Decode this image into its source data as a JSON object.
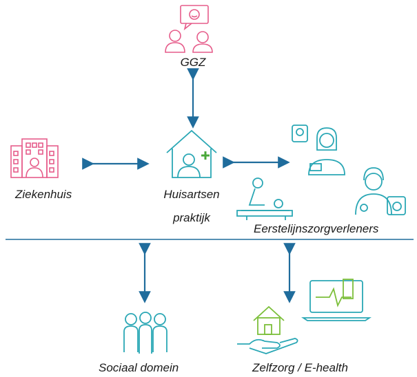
{
  "nodes": {
    "ggz": {
      "label": "GGZ",
      "icon": "people-chat-icon",
      "color": "#e65c8a"
    },
    "ziekenhuis": {
      "label": "Ziekenhuis",
      "icon": "hospital-icon",
      "color": "#e65c8a"
    },
    "huisarts": {
      "label_line1": "Huisartsen",
      "label_line2": "praktijk",
      "icon": "house-doctor-icon",
      "color": "#2aa7b5"
    },
    "eerstelijn": {
      "label": "Eerstelijnszorgverleners",
      "icons": [
        "scale-nurse-icon",
        "physio-icon",
        "pharmacist-icon"
      ],
      "color": "#2aa7b5"
    },
    "sociaal": {
      "label": "Sociaal domein",
      "icon": "group-people-icon",
      "color": "#2aa7b5"
    },
    "zelfzorg": {
      "label": "Zelfzorg / E-health",
      "icons": [
        "hand-house-icon",
        "laptop-monitor-icon"
      ],
      "color": "#7cbf3a"
    }
  },
  "colors": {
    "arrow": "#1f6c9c",
    "divider": "#1f6c9c"
  }
}
